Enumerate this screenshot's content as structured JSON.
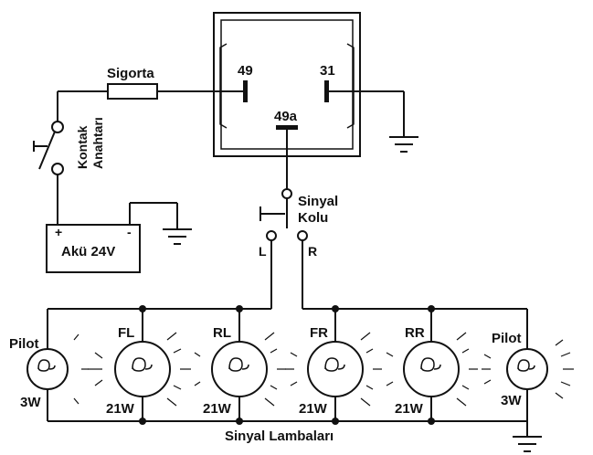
{
  "labels": {
    "sigorta": "Sigorta",
    "kontak_line1": "Kontak",
    "kontak_line2": "Anahtarı",
    "aku": "Akü 24V",
    "plus": "+",
    "minus": "-",
    "relay_49": "49",
    "relay_31": "31",
    "relay_49a": "49a",
    "sinyal_line1": "Sinyal",
    "sinyal_line2": "Kolu",
    "left": "L",
    "right": "R",
    "lamps_title": "Sinyal Lambaları"
  },
  "lamps": [
    {
      "name": "Pilot",
      "watt": "3W"
    },
    {
      "name": "FL",
      "watt": "21W"
    },
    {
      "name": "RL",
      "watt": "21W"
    },
    {
      "name": "FR",
      "watt": "21W"
    },
    {
      "name": "RR",
      "watt": "21W"
    },
    {
      "name": "Pilot",
      "watt": "3W"
    }
  ]
}
